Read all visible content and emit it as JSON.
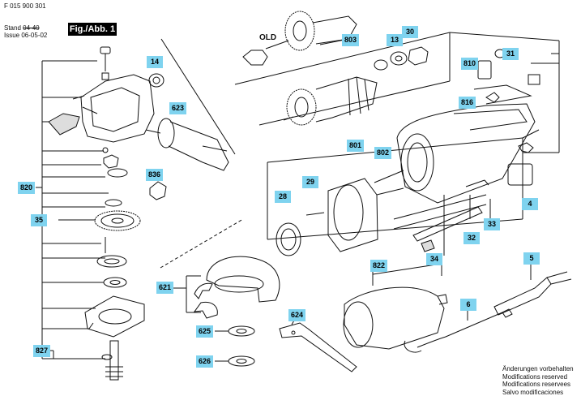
{
  "header": {
    "doc_number": "F 015 900 301",
    "stand_label": "Stand",
    "stand_value": "04-40",
    "issue_label": "Issue",
    "issue_value": "06-05-02",
    "figure_label": "Fig./Abb. 1"
  },
  "old_label": "OLD",
  "callouts": {
    "c14": "14",
    "c623": "623",
    "c836": "836",
    "c820": "820",
    "c35": "35",
    "c621": "621",
    "c625": "625",
    "c626": "626",
    "c827": "827",
    "c624": "624",
    "c803": "803",
    "c13": "13",
    "c30": "30",
    "c31": "31",
    "c810": "810",
    "c816": "816",
    "c801": "801",
    "c802": "802",
    "c29": "29",
    "c28": "28",
    "c33": "33",
    "c4": "4",
    "c32": "32",
    "c34": "34",
    "c822": "822",
    "c5": "5",
    "c6": "6"
  },
  "notes": [
    "Änderungen vorbehalten",
    "Modifications reserved",
    "Modifications reservees",
    "Salvo modificaciones"
  ],
  "colors": {
    "callout_bg": "#7fd3ef",
    "line": "#111111",
    "part_shade": "#dddddd"
  }
}
